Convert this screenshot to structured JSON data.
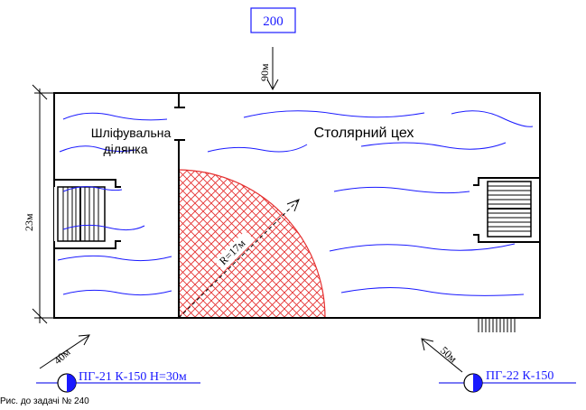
{
  "task_number": "200",
  "caption": "Рис. до задачі № 240",
  "dimensions": {
    "height_label": "23м",
    "radius_label": "R=17м"
  },
  "rooms": {
    "grinding": {
      "line1": "Шліфувальна",
      "line2": "ділянка"
    },
    "carpentry": {
      "label": "Столярний цех"
    }
  },
  "approaches": {
    "top": {
      "distance": "90м"
    },
    "left": {
      "distance": "40м"
    },
    "right": {
      "distance": "50м"
    }
  },
  "hydrants": {
    "left": {
      "label": "ПГ-21 К-150 Н=30м"
    },
    "right": {
      "label": "ПГ-22 К-150"
    }
  },
  "colors": {
    "ink": "#000000",
    "waves": "#1a1aff",
    "hatch": "#e53030",
    "hydrant_line": "#2a2aee",
    "label_blue": "#1a1aff"
  },
  "icons": {
    "hydrant": "fire-hydrant-icon",
    "stairs": "stairs-icon"
  }
}
